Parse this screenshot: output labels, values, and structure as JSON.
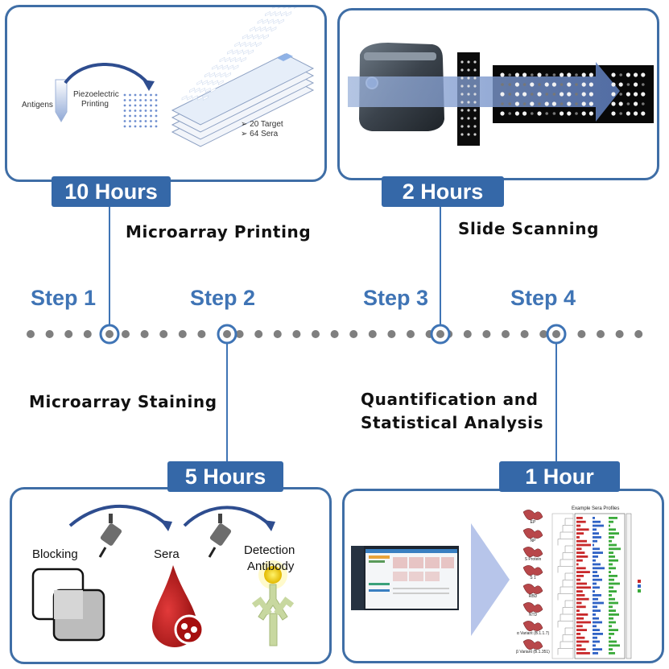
{
  "stages": {
    "printing": {
      "time": "10 Hours",
      "title": "Microarray Printing",
      "antigens": "Antigens",
      "method_line1": "Piezoelectric",
      "method_line2": "Printing",
      "targets": "20 Target",
      "sera": "64 Sera"
    },
    "scanning": {
      "time": "2 Hours",
      "title": "Slide Scanning"
    },
    "staining": {
      "time": "5 Hours",
      "title": "Microarray Staining",
      "blocking": "Blocking",
      "sera": "Sera",
      "detection_line1": "Detection",
      "detection_line2": "Antibody"
    },
    "analysis": {
      "time": "1 Hour",
      "title_line1": "Quantification and",
      "title_line2": "Statistical Analysis",
      "chart_title": "Example Sera Profiles",
      "antigens": [
        "EP",
        "NP",
        "S Protein",
        "S 1",
        "RBD",
        "NTD",
        "α Variant (B.1.1.7)",
        "β Variant (B.1.351)"
      ]
    }
  },
  "steps": [
    "Step 1",
    "Step 2",
    "Step 3",
    "Step 4"
  ],
  "colors": {
    "accent": "#3568a8",
    "step_text": "#3f74b5",
    "dots": "#7f7f7f"
  }
}
